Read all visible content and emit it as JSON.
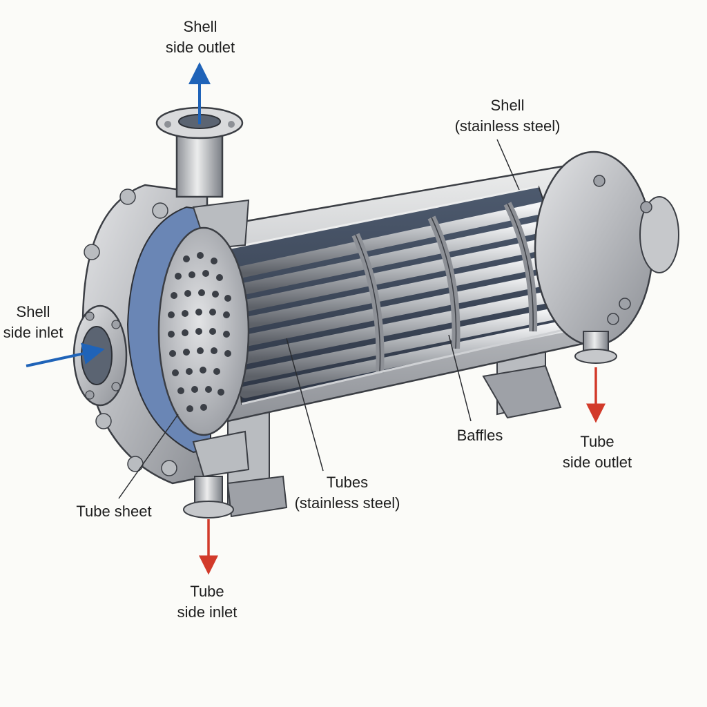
{
  "labels": {
    "shell_side_outlet": {
      "line1": "Shell",
      "line2": "side outlet"
    },
    "shell": {
      "line1": "Shell",
      "line2": "(stainless steel)"
    },
    "shell_side_inlet": {
      "line1": "Shell",
      "line2": "side inlet"
    },
    "baffles": {
      "line1": "Baffles"
    },
    "tube_side_outlet": {
      "line1": "Tube",
      "line2": "side outlet"
    },
    "tubes": {
      "line1": "Tubes",
      "line2": "(stainless steel)"
    },
    "tube_sheet": {
      "line1": "Tube sheet"
    },
    "tube_side_inlet": {
      "line1": "Tube",
      "line2": "side inlet"
    }
  },
  "colors": {
    "shell_flow_arrow": "#1f63b8",
    "tube_flow_arrow": "#d23a2a",
    "steel_light": "#d9dadc",
    "steel_mid": "#a9acb1",
    "steel_dark": "#6d7178",
    "cavity_blue": "#7f98bd",
    "outline": "#3b3e44"
  }
}
